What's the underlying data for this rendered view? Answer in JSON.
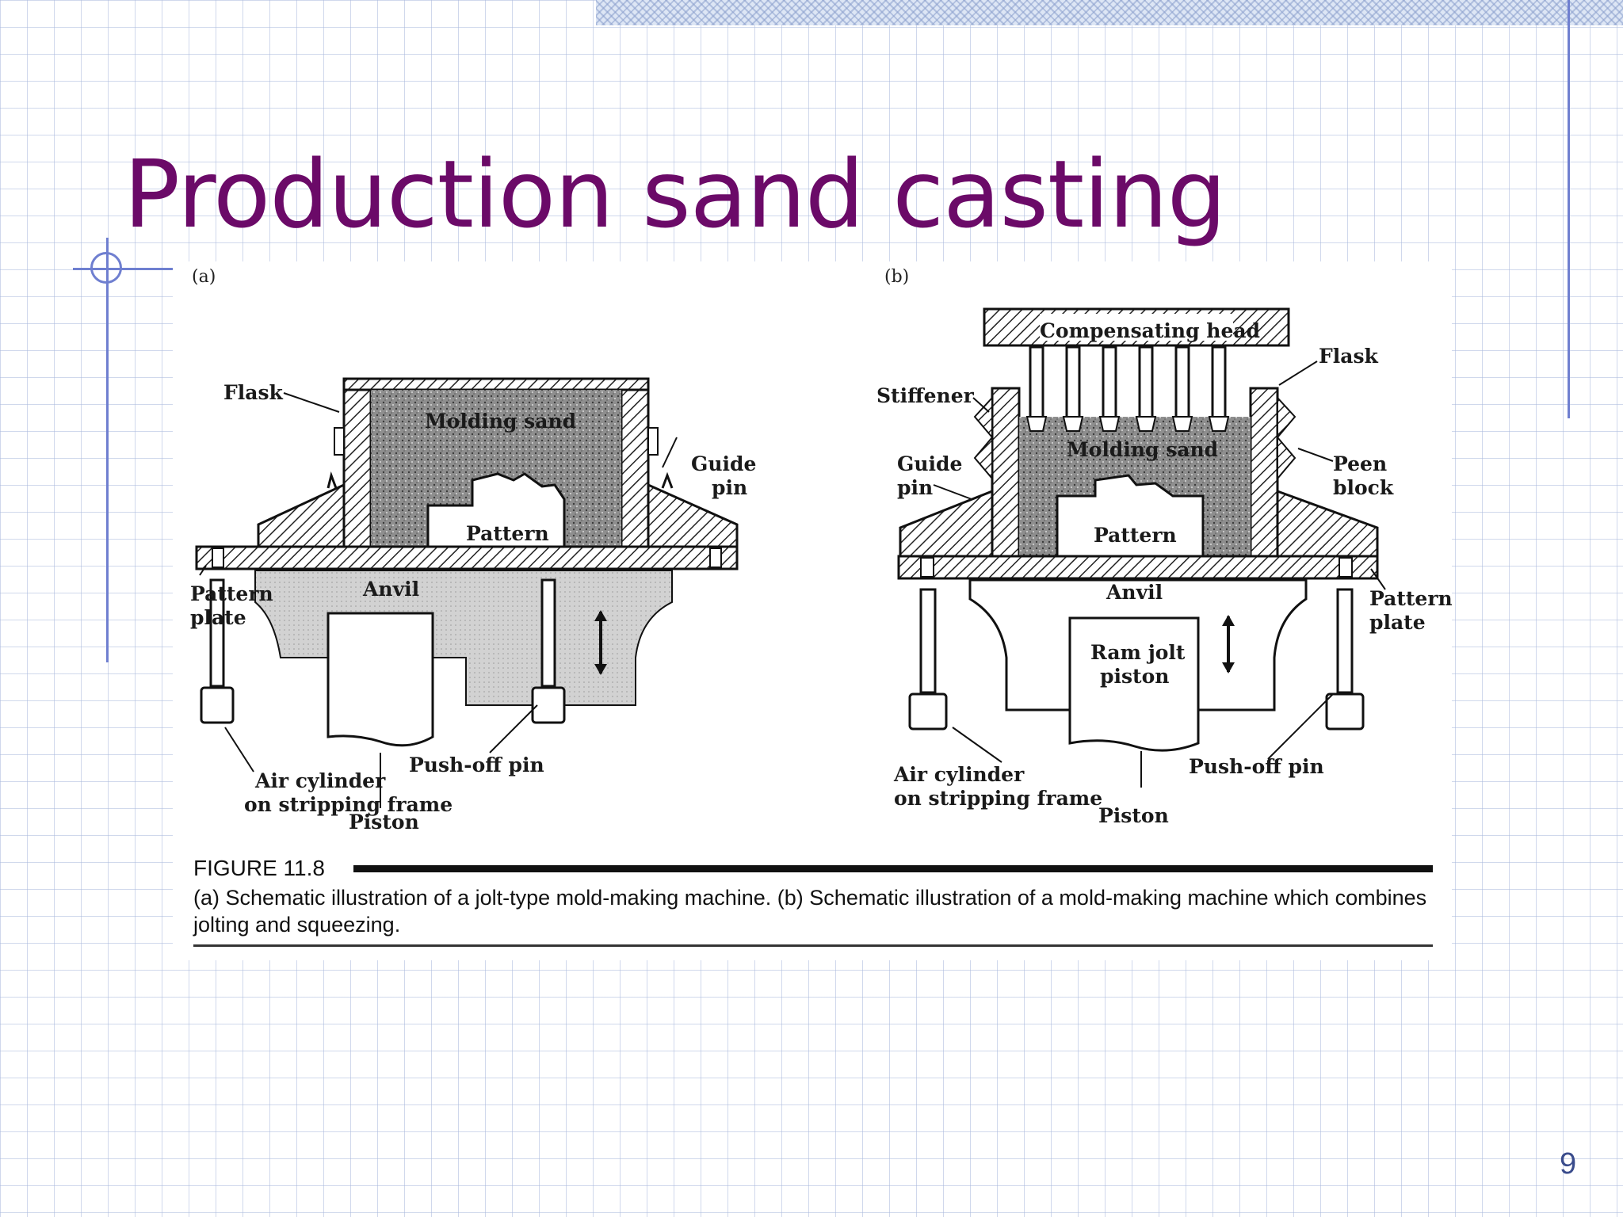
{
  "slide": {
    "title": "Production sand casting",
    "page_number": "9"
  },
  "figure": {
    "panel_a": {
      "tag": "(a)",
      "labels": {
        "flask": "Flask",
        "molding_sand": "Molding sand",
        "guide_pin": [
          "Guide",
          "pin"
        ],
        "pattern": "Pattern",
        "pattern_plate": [
          "Pattern",
          "plate"
        ],
        "anvil": "Anvil",
        "air_cylinder": [
          "Air cylinder",
          "on stripping frame"
        ],
        "piston": "Piston",
        "push_off_pin": "Push-off pin"
      }
    },
    "panel_b": {
      "tag": "(b)",
      "labels": {
        "compensating_head": "Compensating head",
        "flask": "Flask",
        "stiffener": "Stiffener",
        "guide_pin": [
          "Guide",
          "pin"
        ],
        "molding_sand": "Molding sand",
        "peen_block": [
          "Peen",
          "block"
        ],
        "pattern": "Pattern",
        "anvil": "Anvil",
        "pattern_plate": [
          "Pattern",
          "plate"
        ],
        "ram_jolt_piston": [
          "Ram jolt",
          "piston"
        ],
        "air_cylinder": [
          "Air cylinder",
          "on stripping frame"
        ],
        "piston": "Piston",
        "push_off_pin": "Push-off pin"
      }
    },
    "caption": {
      "heading": "FIGURE 11.8",
      "text": "(a) Schematic illustration of a jolt-type mold-making machine. (b) Schematic illustration of a mold-making machine which combines jolting and squeezing."
    }
  }
}
